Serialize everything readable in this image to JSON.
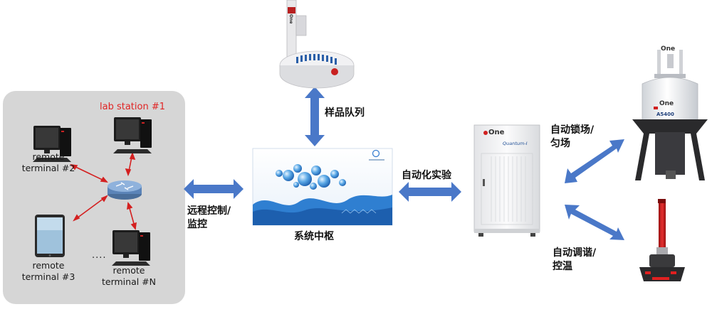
{
  "lab_station": {
    "title": "lab station #1",
    "terminals": [
      {
        "name": "remote",
        "number": "terminal #2"
      },
      {
        "name": "remote",
        "number": "terminal #3"
      },
      {
        "name": "remote",
        "number": "terminal #N"
      }
    ],
    "ellipsis": "...."
  },
  "labels": {
    "sample_queue": "样品队列",
    "remote_control_l1": "远程控制/",
    "remote_control_l2": "监控",
    "system_hub": "系统中枢",
    "auto_experiment": "自动化实验",
    "auto_lock_l1": "自动锁场/",
    "auto_lock_l2": "匀场",
    "auto_tune_l1": "自动调谐/",
    "auto_tune_l2": "控温"
  },
  "devices": {
    "spectrometer_brand": "One",
    "spectrometer_model": "Quantum-I",
    "magnet_brand": "One",
    "magnet_model": "A5400",
    "sampler_brand": "One"
  },
  "colors": {
    "arrow_blue": "#4a78c8",
    "link_red": "#d42020",
    "accent_red": "#e02424"
  }
}
